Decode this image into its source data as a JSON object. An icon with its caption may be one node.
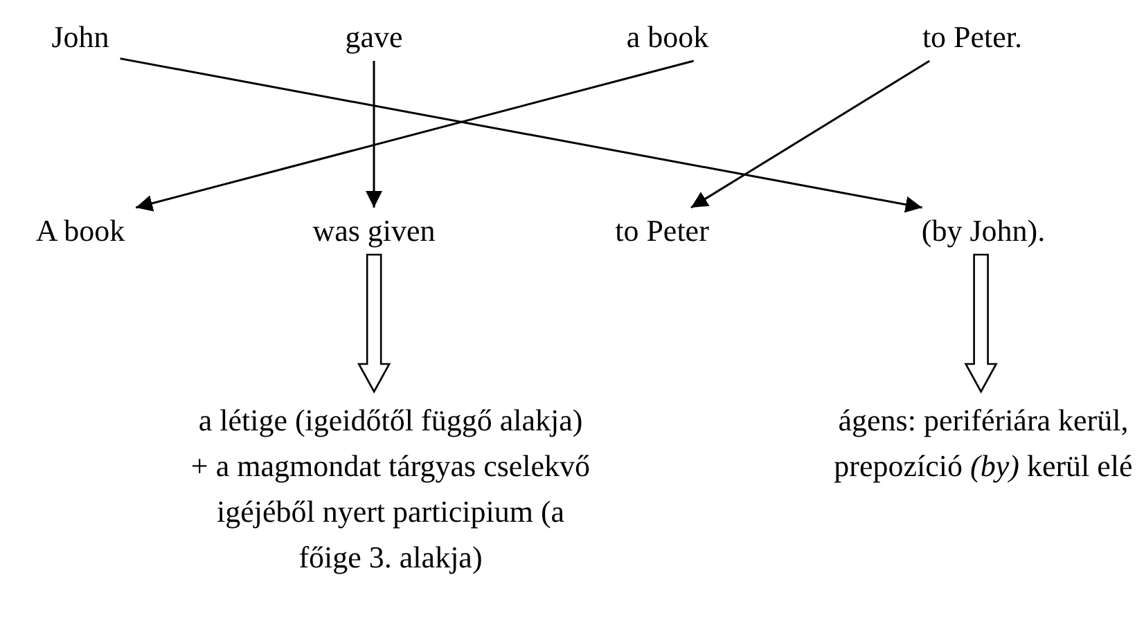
{
  "diagram": {
    "nodes": [
      {
        "text": [
          "John"
        ]
      },
      {
        "text": [
          "gave"
        ]
      },
      {
        "text": [
          "a book"
        ]
      },
      {
        "text": [
          "to Peter."
        ]
      },
      {
        "text": [
          "A book"
        ]
      },
      {
        "text": [
          "was given"
        ]
      },
      {
        "text": [
          "to Peter"
        ]
      },
      {
        "text": [
          "(by John)."
        ]
      },
      {
        "text": [
          "a létige (igeidőtől függő alakja) + a magmondat tárgyas cselekvő igéjéből nyert participium (a főige 3. alakja)"
        ]
      },
      {
        "text": [
          "ágens: perifériára kerül, prepozíció *(by)* kerül elé"
        ]
      }
    ],
    "edges": [
      {
        "from": 0,
        "to": 7,
        "arrow": "to"
      },
      {
        "from": 1,
        "to": 5,
        "arrow": "to"
      },
      {
        "from": 2,
        "to": 4,
        "arrow": "to"
      },
      {
        "from": 3,
        "to": 6,
        "arrow": "to"
      },
      {
        "from": 5,
        "to": 8,
        "arrow": "to",
        "style": "thick"
      },
      {
        "from": 7,
        "to": 9,
        "arrow": "to",
        "style": "thick"
      }
    ]
  }
}
